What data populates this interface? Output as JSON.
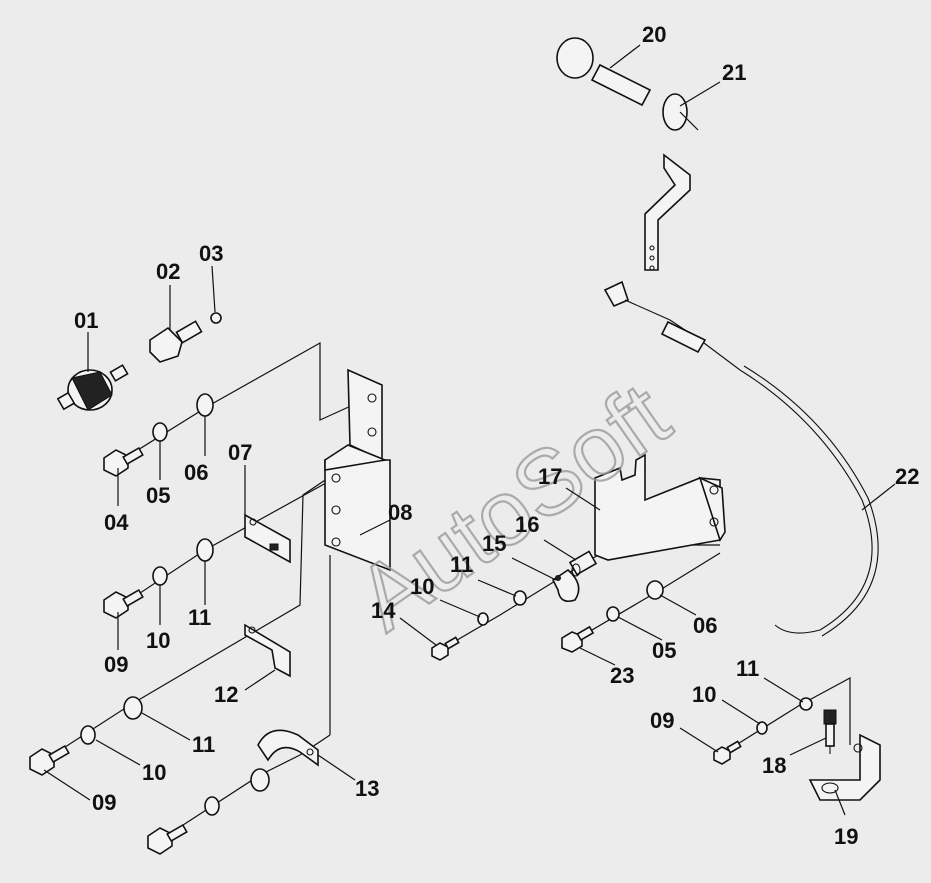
{
  "diagram": {
    "watermark": "AutoSoft",
    "background": "#ececec",
    "parts": [
      {
        "key": "p01",
        "number": "01"
      },
      {
        "key": "p02",
        "number": "02"
      },
      {
        "key": "p03",
        "number": "03"
      },
      {
        "key": "p04",
        "number": "04"
      },
      {
        "key": "p05a",
        "number": "05"
      },
      {
        "key": "p06a",
        "number": "06"
      },
      {
        "key": "p07",
        "number": "07"
      },
      {
        "key": "p08",
        "number": "08"
      },
      {
        "key": "p09a",
        "number": "09"
      },
      {
        "key": "p10a",
        "number": "10"
      },
      {
        "key": "p11a",
        "number": "11"
      },
      {
        "key": "p12",
        "number": "12"
      },
      {
        "key": "p11b",
        "number": "11"
      },
      {
        "key": "p10b",
        "number": "10"
      },
      {
        "key": "p09b",
        "number": "09"
      },
      {
        "key": "p13",
        "number": "13"
      },
      {
        "key": "p14",
        "number": "14"
      },
      {
        "key": "p10c",
        "number": "10"
      },
      {
        "key": "p11c",
        "number": "11"
      },
      {
        "key": "p15",
        "number": "15"
      },
      {
        "key": "p16",
        "number": "16"
      },
      {
        "key": "p17",
        "number": "17"
      },
      {
        "key": "p06b",
        "number": "06"
      },
      {
        "key": "p05b",
        "number": "05"
      },
      {
        "key": "p23",
        "number": "23"
      },
      {
        "key": "p11d",
        "number": "11"
      },
      {
        "key": "p10d",
        "number": "10"
      },
      {
        "key": "p09c",
        "number": "09"
      },
      {
        "key": "p18",
        "number": "18"
      },
      {
        "key": "p19",
        "number": "19"
      },
      {
        "key": "p20",
        "number": "20"
      },
      {
        "key": "p21",
        "number": "21"
      },
      {
        "key": "p22",
        "number": "22"
      }
    ]
  }
}
